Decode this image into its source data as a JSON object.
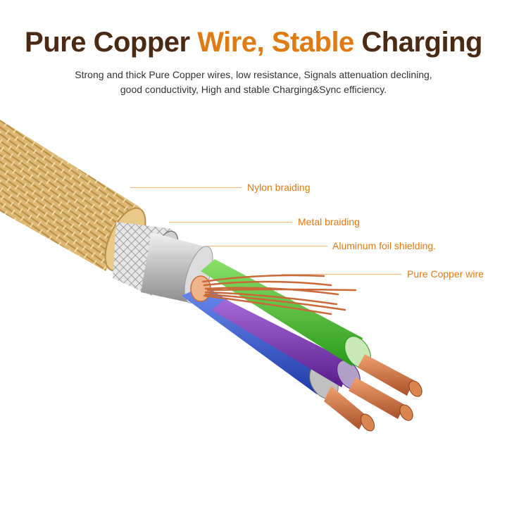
{
  "header": {
    "title_part1": "Pure Copper",
    "title_part2": "Wire, Stable",
    "title_part3": "Charging",
    "subtitle_line1": "Strong and thick Pure Copper wires, low resistance, Signals attenuation declining,",
    "subtitle_line2": "good conductivity, High and stable Charging&Sync efficiency."
  },
  "labels": {
    "nylon": "Nylon braiding",
    "metal": "Metal braiding",
    "foil": "Aluminum foil shielding.",
    "copper": "Pure Copper wire"
  },
  "colors": {
    "title_dark": "#4a2a12",
    "title_accent": "#e07a12",
    "label": "#e07a12",
    "nylon": "#d9b56e",
    "foil": "#c9c9c9",
    "green": "#3fbf2a",
    "purple": "#7a2fb0",
    "blue": "#2b4fd0",
    "copper": "#c8693a"
  }
}
